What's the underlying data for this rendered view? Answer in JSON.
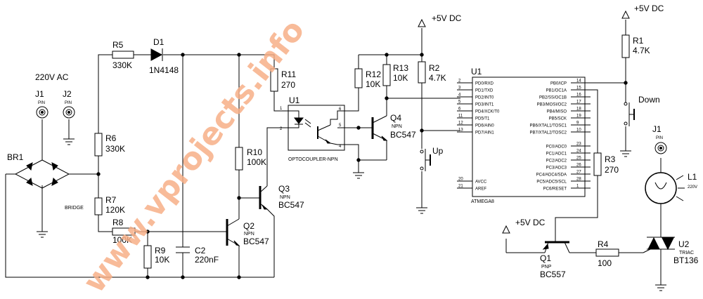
{
  "watermark": "www.vprojects.info",
  "supply": {
    "left": "+5V DC",
    "right": "+5V DC",
    "q1": "+5V DC"
  },
  "mains": {
    "label": "220V AC",
    "j1": "J1",
    "j2": "J2",
    "pin": "PIN"
  },
  "bridge": {
    "ref": "BR1",
    "label": "BRIDGE"
  },
  "resistors": {
    "r5": {
      "ref": "R5",
      "val": "330K"
    },
    "r6": {
      "ref": "R6",
      "val": "330K"
    },
    "r7": {
      "ref": "R7",
      "val": "120K"
    },
    "r8": {
      "ref": "R8",
      "val": "100K"
    },
    "r9": {
      "ref": "R9",
      "val": "10K"
    },
    "r10": {
      "ref": "R10",
      "val": "100K"
    },
    "r11": {
      "ref": "R11",
      "val": "270"
    },
    "r12": {
      "ref": "R12",
      "val": "10K"
    },
    "r13": {
      "ref": "R13",
      "val": "10K"
    },
    "r2": {
      "ref": "R2",
      "val": "4.7K"
    },
    "r1": {
      "ref": "R1",
      "val": "4.7K"
    },
    "r3": {
      "ref": "R3",
      "val": "270"
    },
    "r4": {
      "ref": "R4",
      "val": "100"
    }
  },
  "diode": {
    "ref": "D1",
    "val": "1N4148"
  },
  "capacitor": {
    "ref": "C2",
    "val": "220nF"
  },
  "transistors": {
    "q2": {
      "ref": "Q2",
      "type": "NPN",
      "val": "BC547"
    },
    "q3": {
      "ref": "Q3",
      "type": "NPN",
      "val": "BC547"
    },
    "q4": {
      "ref": "Q4",
      "type": "NPN",
      "val": "BC547"
    },
    "q1": {
      "ref": "Q1",
      "type": "PNP",
      "val": "BC557"
    }
  },
  "opto": {
    "ref": "U1",
    "label": "OPTOCOUPLER-NPN",
    "pins": [
      "1",
      "2",
      "6",
      "5",
      "4"
    ]
  },
  "buttons": {
    "up": "Up",
    "down": "Down"
  },
  "mcu": {
    "ref": "U1",
    "name": "ATMEGA8",
    "left_pins": [
      {
        "n": "2",
        "name": "PD0/RXD"
      },
      {
        "n": "3",
        "name": "PD1/TXD"
      },
      {
        "n": "4",
        "name": "PD2/INT0"
      },
      {
        "n": "5",
        "name": "PD3/INT1"
      },
      {
        "n": "6",
        "name": "PD4/XCK/T0"
      },
      {
        "n": "11",
        "name": "PD5/T1"
      },
      {
        "n": "12",
        "name": "PD6/AIN0"
      },
      {
        "n": "13",
        "name": "PD7/AIN1"
      }
    ],
    "power_pins": [
      {
        "n": "20",
        "name": "AVCC"
      },
      {
        "n": "21",
        "name": "AREF"
      }
    ],
    "right_pins_top": [
      {
        "n": "14",
        "name": "PB0/ICP"
      },
      {
        "n": "15",
        "name": "PB1/OC1A"
      },
      {
        "n": "16",
        "name": "PB2/SS/OC1B"
      },
      {
        "n": "17",
        "name": "PB3/MOSI/OC2"
      },
      {
        "n": "18",
        "name": "PB4/MISO"
      },
      {
        "n": "19",
        "name": "PB5/SCK"
      },
      {
        "n": "9",
        "name": "PB6/XTAL1/TOSC1"
      },
      {
        "n": "10",
        "name": "PB7/XTAL2/TOSC2"
      }
    ],
    "right_pins_bottom": [
      {
        "n": "23",
        "name": "PC0/ADC0"
      },
      {
        "n": "24",
        "name": "PC1/ADC1"
      },
      {
        "n": "25",
        "name": "PC2/ADC2"
      },
      {
        "n": "26",
        "name": "PC3/ADC3"
      },
      {
        "n": "27",
        "name": "PC4/ADC4/SDA"
      },
      {
        "n": "28",
        "name": "PC5/ADC5/SCL"
      },
      {
        "n": "1",
        "name": "PC6/RESET"
      }
    ]
  },
  "lamp": {
    "jack": "J1",
    "pin": "PIN",
    "ref": "L1",
    "val": "220V"
  },
  "triac": {
    "ref": "U2",
    "type": "TRIAC",
    "val": "BT136"
  }
}
